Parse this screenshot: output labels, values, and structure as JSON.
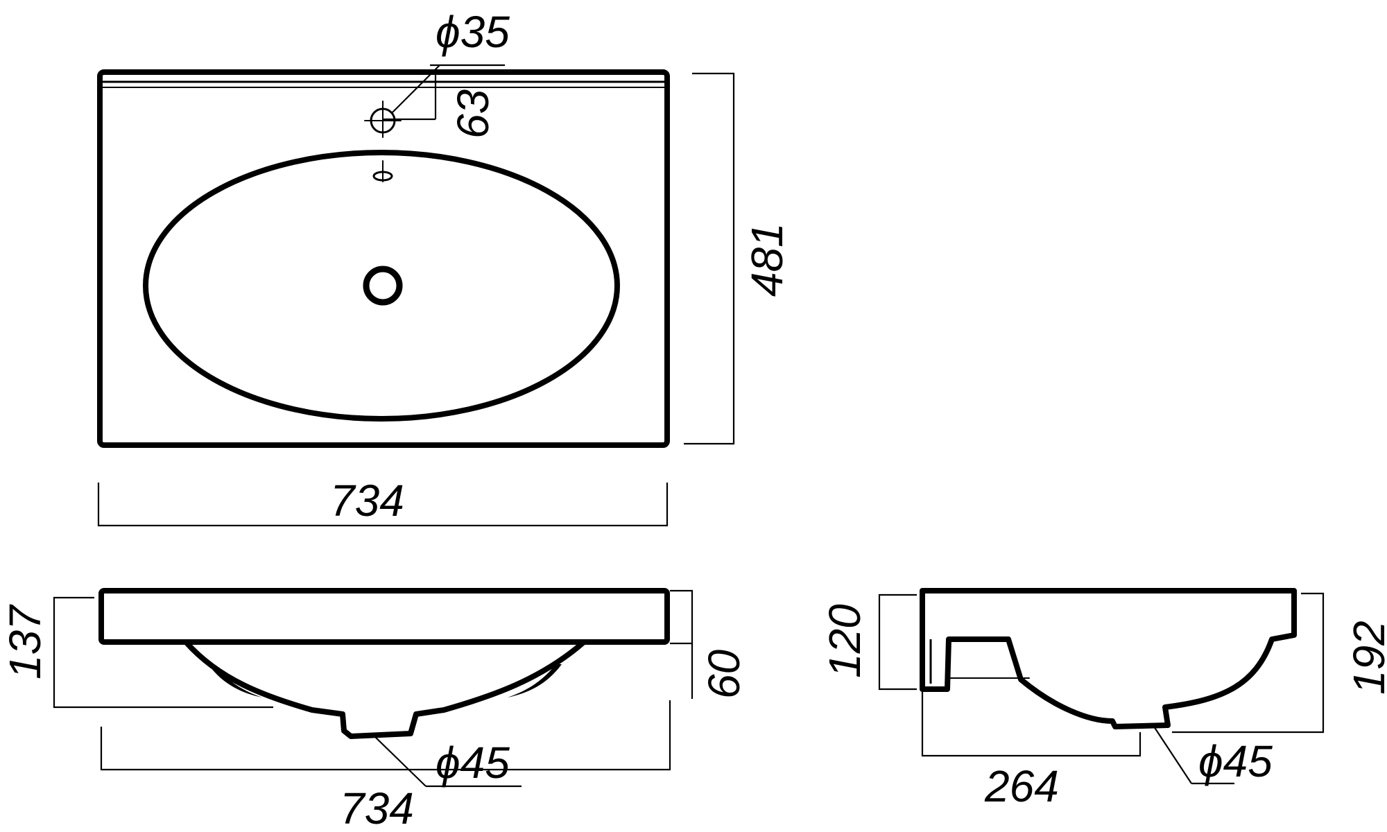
{
  "dimensions": {
    "top_view_width": "734",
    "top_view_depth": "481",
    "tap_hole_diameter": "ϕ35",
    "tap_hole_offset": "63",
    "front_view_height": "137",
    "front_view_rim": "60",
    "front_view_drain_diameter": "ϕ45",
    "front_view_width": "734",
    "side_view_height_back": "120",
    "side_view_height_total": "192",
    "side_view_drain_diameter": "ϕ45",
    "side_view_drain_offset": "264"
  }
}
